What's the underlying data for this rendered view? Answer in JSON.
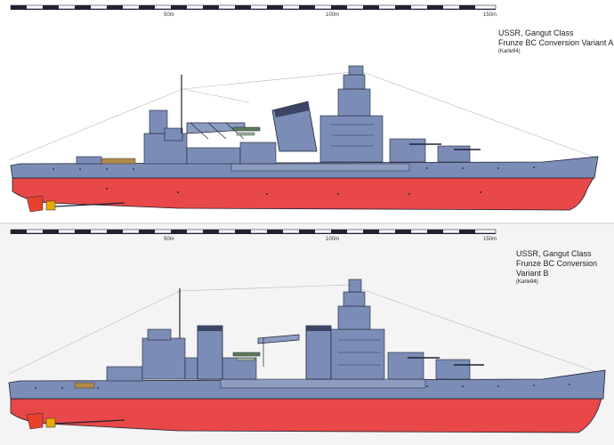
{
  "panels": [
    {
      "scale": {
        "labels": [
          "50m",
          "100m",
          "150m"
        ]
      },
      "caption": {
        "line1": "USSR, Gangut Class",
        "line2": "Frunze BC Conversion Variant A",
        "credit": "(Karle94)"
      }
    },
    {
      "scale": {
        "labels": [
          "50m",
          "100m",
          "150m"
        ]
      },
      "caption": {
        "line1": "USSR, Gangut Class",
        "line2": "Frunze BC Conversion Variant B",
        "credit": "(Karle94)"
      }
    }
  ],
  "colors": {
    "hull_red": "#e84848",
    "superstructure_grey": "#7b8db7",
    "deck_grey": "#8e9cc2",
    "outline": "#1f2233",
    "propeller": "#e8aa00",
    "rudder": "#e8422c",
    "rigging": "#b5b5c2",
    "wood_deck": "#b08a48"
  }
}
